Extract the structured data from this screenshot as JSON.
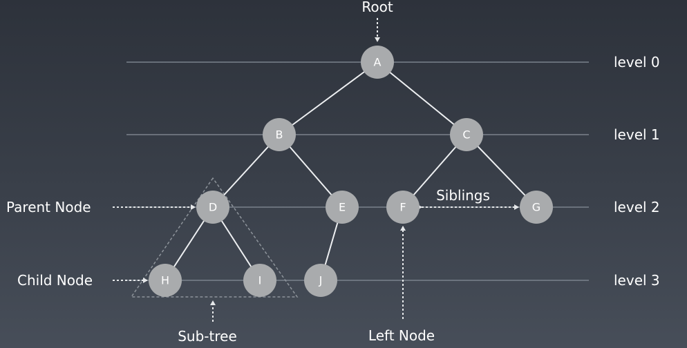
{
  "nodes": {
    "A": "A",
    "B": "B",
    "C": "C",
    "D": "D",
    "E": "E",
    "F": "F",
    "G": "G",
    "H": "H",
    "I": "I",
    "J": "J"
  },
  "levels": [
    "level 0",
    "level 1",
    "level 2",
    "level 3"
  ],
  "annotations": {
    "root": "Root",
    "parent_node": "Parent Node",
    "child_node": "Child Node",
    "siblings": "Siblings",
    "sub_tree": "Sub-tree",
    "left_node": "Left Node"
  },
  "colors": {
    "background_top": "#2d323b",
    "background_bottom": "#474e59",
    "node_fill": "#a9abad",
    "edge": "#eef0f2",
    "level_line": "#7b828c"
  }
}
